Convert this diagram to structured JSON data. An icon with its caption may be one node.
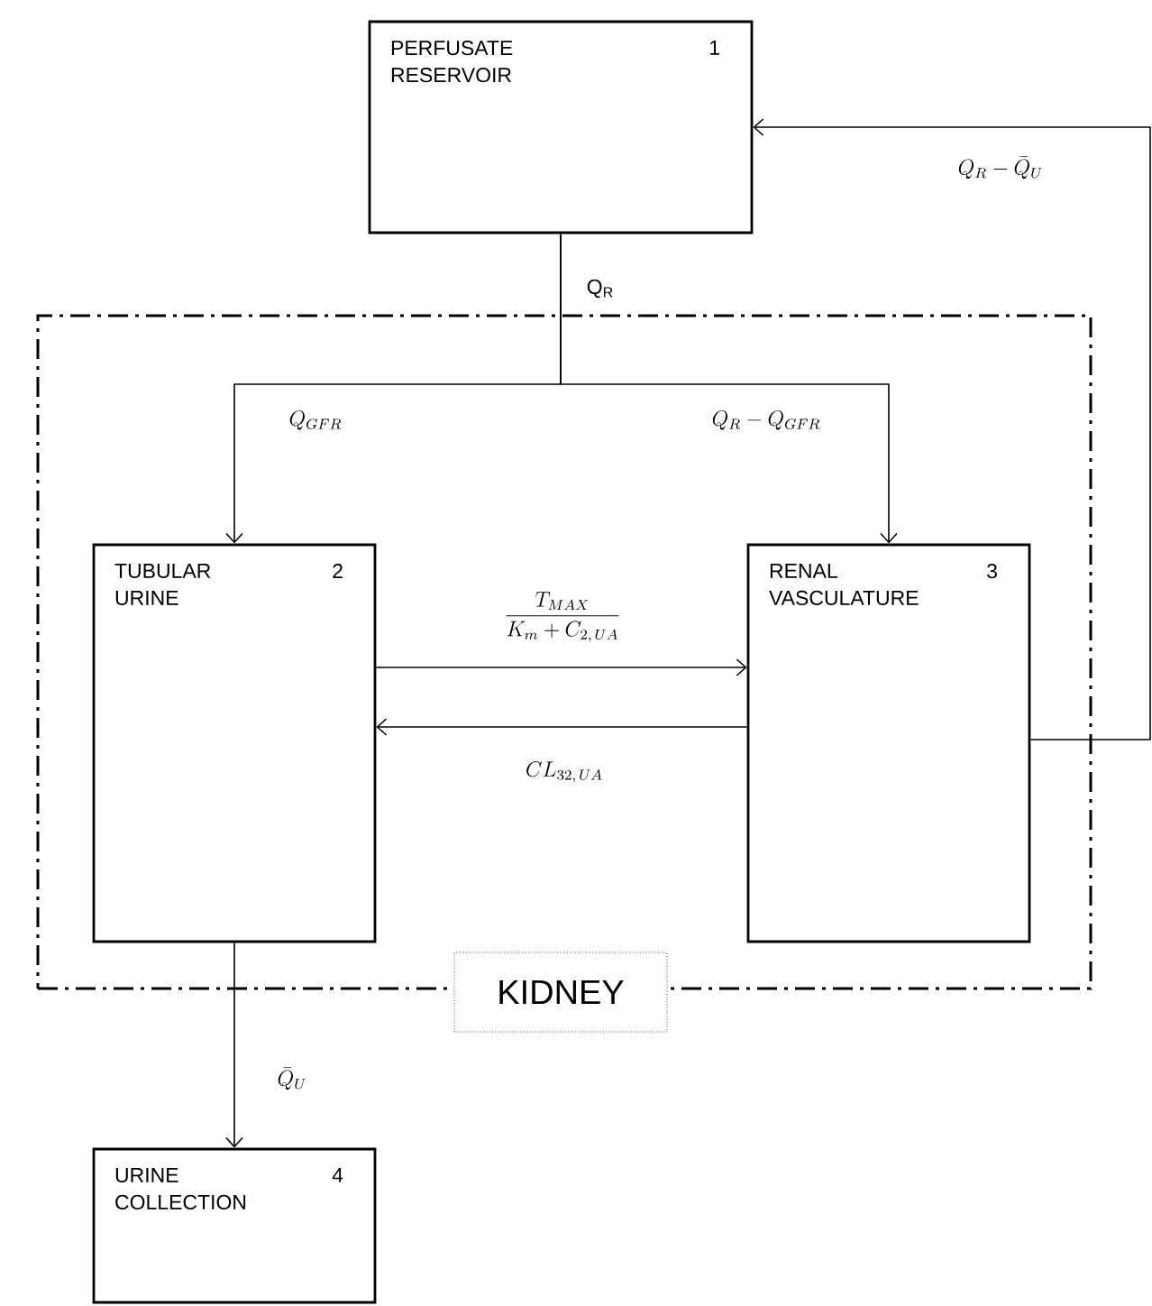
{
  "diagram": {
    "nodes": [
      {
        "text": [
          "KIDNEY"
        ]
      },
      {
        "text": [
          "PERFUSATE RESERVOIR",
          "1"
        ]
      },
      {
        "text": [
          "TUBULAR URINE",
          "2"
        ],
        "in": 0
      },
      {
        "text": [
          "RENAL VASCULATURE",
          "3"
        ],
        "in": 0
      },
      {
        "text": [
          "URINE COLLECTION",
          "4"
        ]
      }
    ],
    "edges": [
      {
        "from": 1,
        "to": 2,
        "arrow": "to",
        "label": "Q_{GFR}"
      },
      {
        "from": 1,
        "to": 3,
        "arrow": "to",
        "label": "Q_R - Q_{GFR}"
      },
      {
        "from": 2,
        "to": 3,
        "arrow": "to",
        "label": "\\frac{T_{MAX}}{K_m + C_{2,\\,UA}}"
      },
      {
        "from": 3,
        "to": 2,
        "arrow": "to",
        "label": "CL_{32,\\,UA}"
      },
      {
        "from": 3,
        "to": 1,
        "arrow": "to",
        "label": "Q_R - \\bar{Q}_U"
      },
      {
        "from": 2,
        "to": 4,
        "arrow": "to",
        "label": "\\bar{Q}_U"
      }
    ],
    "labels": [
      "Q$_{R}$"
    ]
  }
}
